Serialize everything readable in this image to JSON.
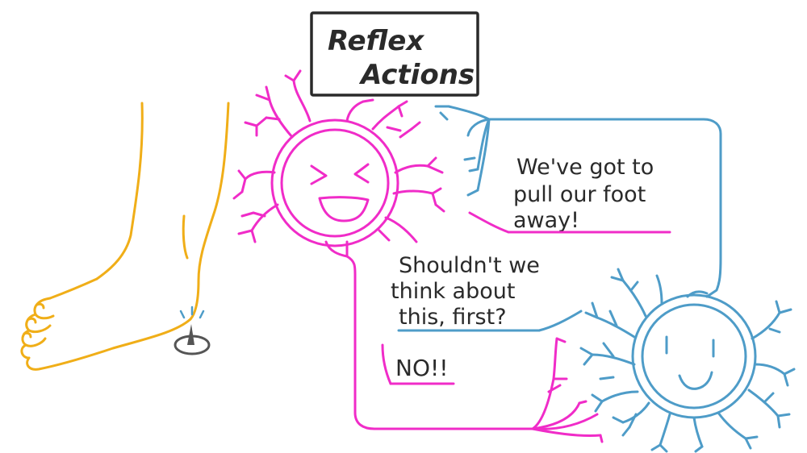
{
  "title": {
    "line1": "Reflex",
    "line2": "Actions"
  },
  "sensory_neuron": {
    "speech": [
      "We've got to",
      "pull our foot",
      "away!"
    ]
  },
  "relay_neuron": {
    "speech": [
      "Shouldn't we",
      "think about",
      "this, first?"
    ],
    "reply": "NO!!"
  },
  "colors": {
    "foot": "#F0AE18",
    "pink_neuron": "#F02CC8",
    "blue_neuron": "#4E9CC8",
    "ink": "#2a2a2a",
    "pin": "#555555"
  },
  "icons": [
    "foot-outline",
    "pin-tack",
    "angry-neuron-face",
    "calm-neuron-face"
  ]
}
